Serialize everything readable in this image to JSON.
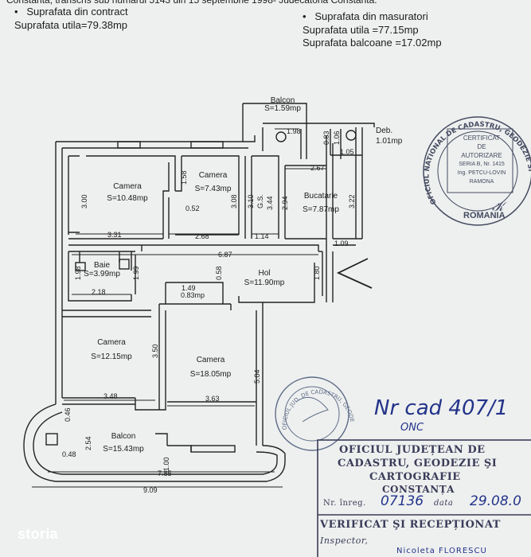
{
  "header": {
    "line1": "Constanta, transcris sub numarul 5143 din 15 septembrie 1998- Judecatoria Constanta.",
    "contract_title": "Suprafata din contract",
    "contract_util": "Suprafata utila=79.38mp",
    "measure_title": "Suprafata din masuratori",
    "measure_util": "Suprafata utila =77.15mp",
    "measure_balcony": "Suprafata balcoane =17.02mp"
  },
  "rooms": {
    "balcon_top": {
      "name": "Balcon",
      "area": "S=1.59mp"
    },
    "deb": {
      "name": "Deb.",
      "area": "1.01mp"
    },
    "camera1": {
      "name": "Camera",
      "area": "S=10.48mp"
    },
    "camera2": {
      "name": "Camera",
      "area": "S=7.43mp"
    },
    "gs": {
      "name": "G.S."
    },
    "bucatarie": {
      "name": "Bucatarie",
      "area": "S=7.87mp"
    },
    "baie": {
      "name": "Baie",
      "area": "S=3.99mp"
    },
    "hol": {
      "name": "Hol",
      "area": "S=11.90mp"
    },
    "closet": {
      "area": "0.83mp"
    },
    "camera3": {
      "name": "Camera",
      "area": "S=12.15mp"
    },
    "camera4": {
      "name": "Camera",
      "area": "S=18.05mp"
    },
    "balcon_bottom": {
      "name": "Balcon",
      "area": "S=15.43mp"
    }
  },
  "dimensions": {
    "d198a": "1.98",
    "d083": "0.83",
    "d106": "1.06",
    "d105": "1.05",
    "d300": "3.00",
    "d158": "1.58",
    "d052": "0.52",
    "d308": "3.08",
    "d310": "3.10",
    "d344": "3.44",
    "d294": "2.94",
    "d267": "2.67",
    "d322": "3.22",
    "d331": "3.31",
    "d268": "2.68",
    "d114": "1.14",
    "d109": "1.09",
    "d687": "6.87",
    "d198b": "1.98",
    "d199": "1.99",
    "d218": "2.18",
    "d149": "1.49",
    "d058": "0.58",
    "d180": "1.80",
    "d350": "3.50",
    "d504": "5.04",
    "d348": "3.48",
    "d363": "3.63",
    "d046": "0.46",
    "d048": "0.48",
    "d254": "2.54",
    "d100": "1.00",
    "d785": "7.85",
    "d909": "9.09"
  },
  "stamp_round_right": {
    "ring": "OFICIUL NATIONAL DE CADASTRU, GEODEZIE SI",
    "bottom": "ROMANIA",
    "box_lines": [
      "CERTIFICAT",
      "DE",
      "AUTORIZARE",
      "SERIA B, Nr. 1415",
      "Ing. PETCU-LOVIN",
      "RAMONA"
    ]
  },
  "stamp_round_left": {
    "ring": "OFICIUL JUD. DE CADASTRU, GEODEZIE SI CARTOGRAFIE"
  },
  "handwriting": {
    "nr_cad": "Nr cad 407/1",
    "onc": "ONC",
    "reg_number": "07136",
    "date": "29.08.0",
    "inspector_name": "Nicoleta FLORESCU"
  },
  "stamp_box": {
    "line1": "OFICIUL JUDEȚEAN DE",
    "line2": "CADASTRU, GEODEZIE ŞI",
    "line3": "CARTOGRAFIE",
    "line4": "CONSTANȚA",
    "reg_label": "Nr. înreg.",
    "date_label": "data",
    "verified": "VERIFICAT ŞI RECEPȚIONAT",
    "inspector_label": "Inspector,"
  },
  "watermark": {
    "brand": "storia"
  },
  "colors": {
    "paper": "#eef0ef",
    "ink": "#1c1c1c",
    "stamp_blue": "#24318a"
  }
}
